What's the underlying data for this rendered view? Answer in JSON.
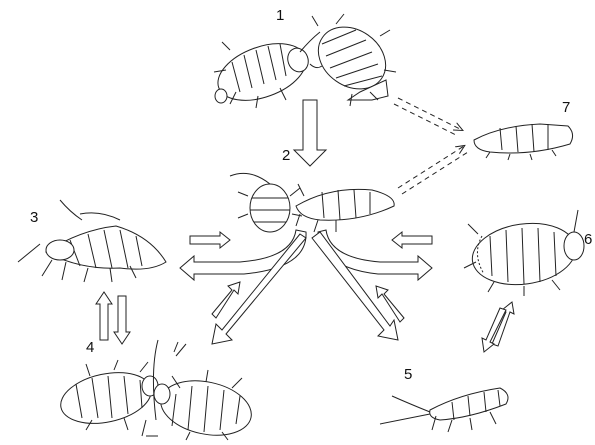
{
  "figure": {
    "stage_labels": [
      "1",
      "2",
      "3",
      "4",
      "5",
      "6",
      "7"
    ]
  }
}
